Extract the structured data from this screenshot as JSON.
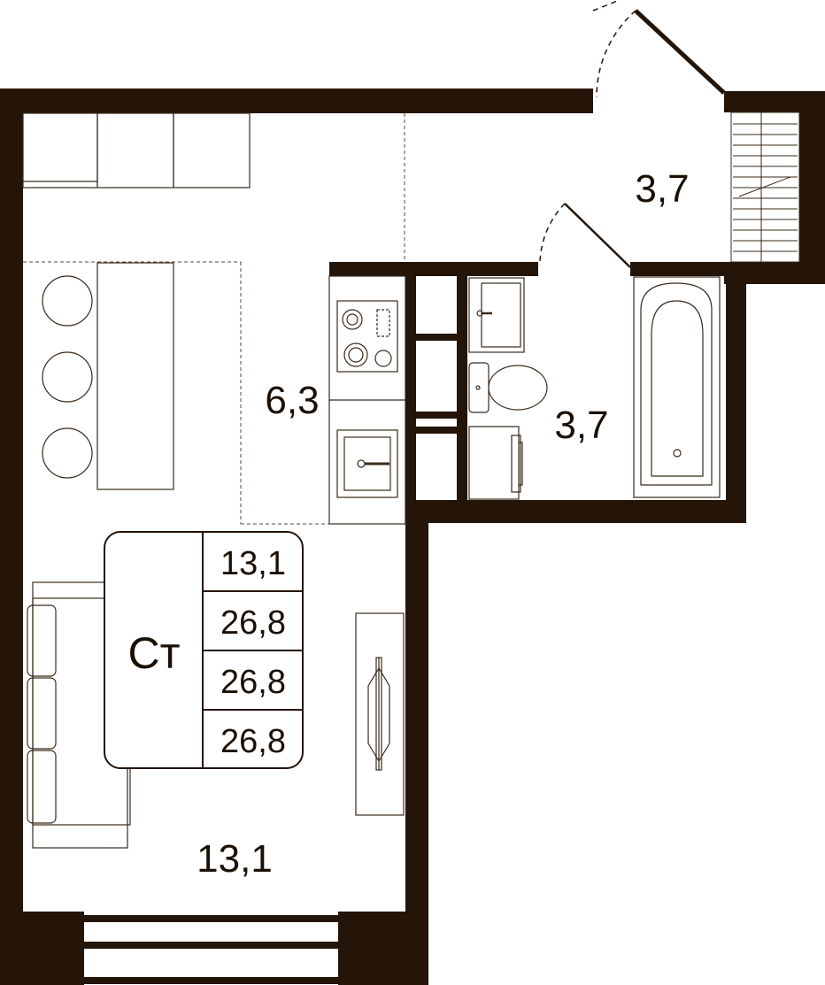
{
  "colors": {
    "wall": "#241508",
    "line": "#5a4a3a",
    "fixture_stroke": "#3a2a1a",
    "text": "#1a0f04",
    "background": "#ffffff"
  },
  "rooms": {
    "living_area": "13,1",
    "kitchen_area": "6,3",
    "bathroom_area": "3,7",
    "hallway_area": "3,7"
  },
  "legend": {
    "type_label": "Ст",
    "living_area": "13,1",
    "total_area_1": "26,8",
    "total_area_2": "26,8",
    "total_area_3": "26,8"
  }
}
